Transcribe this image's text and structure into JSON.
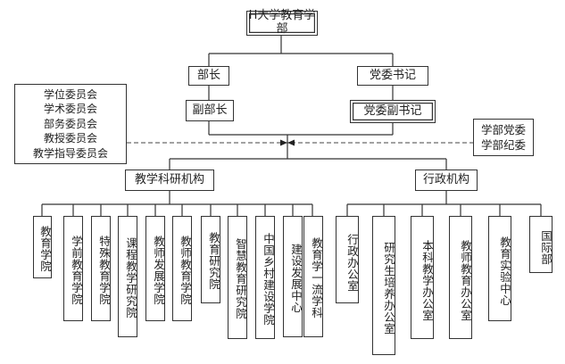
{
  "root": "H大学教育学部",
  "left_head": "部长",
  "left_deputy": "副部长",
  "right_head": "党委书记",
  "right_deputy": "党委副书记",
  "committees": [
    "学位委员会",
    "学术委员会",
    "部务委员会",
    "教授委员会",
    "教学指导委员会"
  ],
  "party_committees": [
    "学部党委",
    "学部纪委"
  ],
  "academic_branch": "教学科研机构",
  "admin_branch": "行政机构",
  "academic_units": [
    "教育学院",
    "学前教育学院",
    "特殊教育学院",
    "课程教学研究院",
    "教师发展学院",
    "教师教育学院",
    "教育研究院",
    "智慧教育研究院",
    "中国乡村建设学院",
    "建设发展中心",
    "教育学一流学科"
  ],
  "admin_units": [
    "行政办公室",
    "研究生培养办公室",
    "本科教学办公室",
    "教师教育办公室",
    "教育实验中心",
    "国际部"
  ]
}
